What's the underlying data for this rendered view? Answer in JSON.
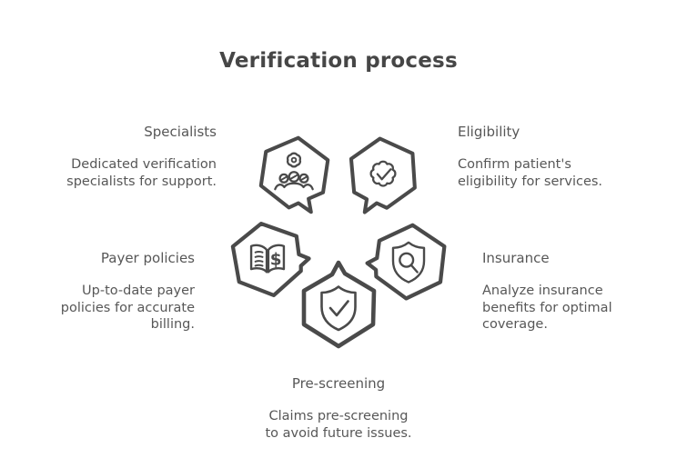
{
  "title": "Verification process",
  "colors": {
    "stroke": "#4a4a4a",
    "title_text": "#464646",
    "body_text": "#575757",
    "background": "#ffffff"
  },
  "items": [
    {
      "label": "Specialists",
      "description": "Dedicated verification\nspecialists for support.",
      "icon": "gear-team-icon"
    },
    {
      "label": "Eligibility",
      "description": "Confirm patient's\neligibility for services.",
      "icon": "badge-check-icon"
    },
    {
      "label": "Payer policies",
      "description": "Up-to-date payer\npolicies for accurate\nbilling.",
      "icon": "open-book-dollar-icon"
    },
    {
      "label": "Insurance",
      "description": "Analyze insurance\nbenefits for optimal\ncoverage.",
      "icon": "shield-magnifier-icon"
    },
    {
      "label": "Pre-screening",
      "description": "Claims pre-screening\nto avoid future issues.",
      "icon": "shield-check-icon"
    }
  ],
  "icon_glyphs": {
    "dollar": "$"
  }
}
